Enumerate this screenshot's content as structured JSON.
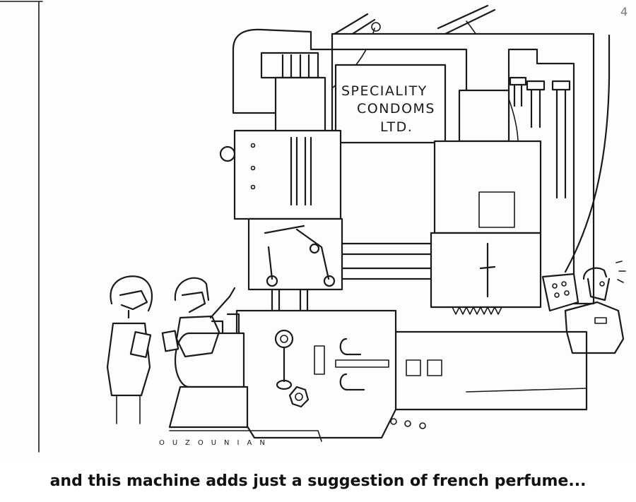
{
  "cartoon": {
    "sign_lines": [
      "SPECIALITY",
      "CONDOMS",
      "LTD."
    ],
    "signature": "OUZOUNIAN",
    "page_mark": "4"
  },
  "caption": "and this machine adds just a suggestion of french perfume..."
}
